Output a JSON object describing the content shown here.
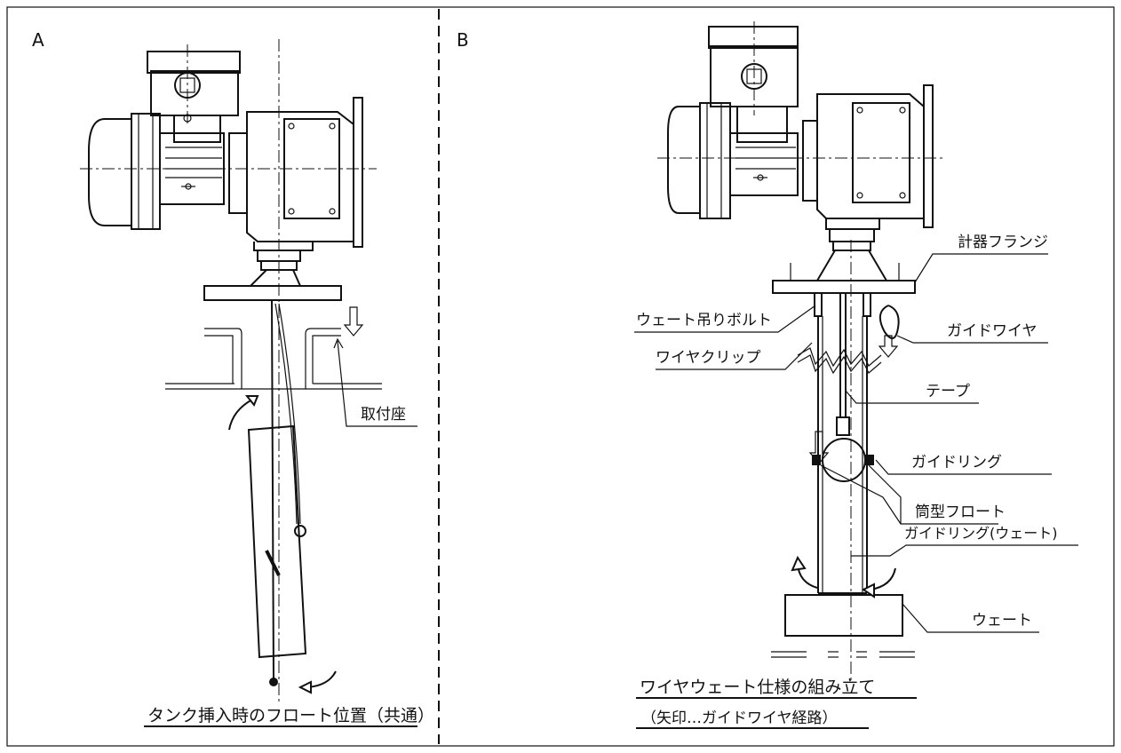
{
  "panels": {
    "a": {
      "letter": "A",
      "caption": "タンク挿入時のフロート位置（共通）",
      "labels": {
        "mounting_seat": "取付座"
      }
    },
    "b": {
      "letter": "B",
      "caption_line1": "ワイヤウェート仕様の組み立て",
      "caption_line2": "（矢印…ガイドワイヤ経路）",
      "labels": {
        "instrument_flange": "計器フランジ",
        "weight_hanging_bolt": "ウェート吊りボルト",
        "guide_wire": "ガイドワイヤ",
        "wire_clip": "ワイヤクリップ",
        "tape": "テープ",
        "guide_ring": "ガイドリング",
        "cylindrical_float": "筒型フロート",
        "guide_ring_weight": "ガイドリング(ウェート)",
        "weight": "ウェート"
      }
    }
  },
  "colors": {
    "line": "#111111",
    "background": "#ffffff"
  },
  "icons": [
    "down-arrow-icon",
    "curved-arrow-icon"
  ]
}
